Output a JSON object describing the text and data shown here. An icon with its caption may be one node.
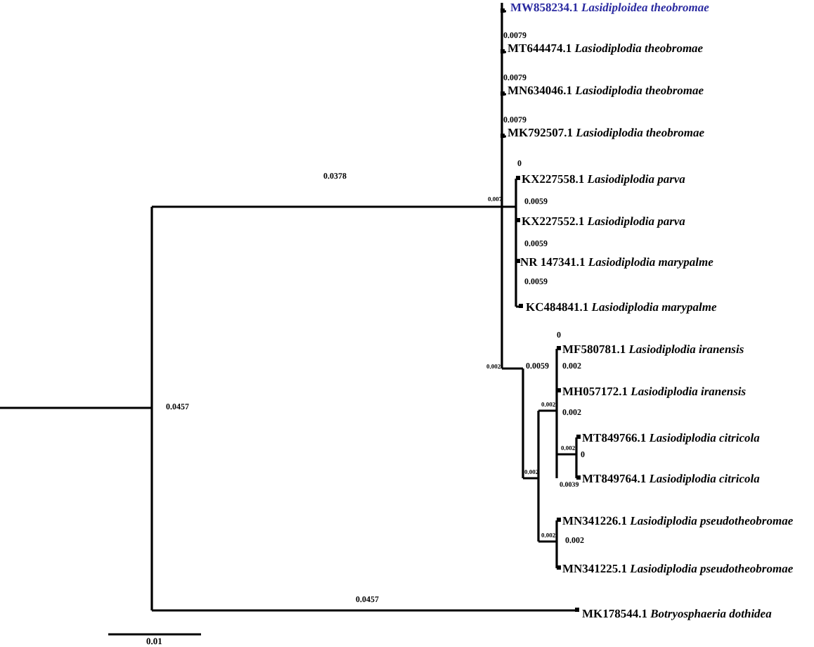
{
  "diagram": {
    "labels": [
      "MW858234.1 *Lasidiploidea theobromae*",
      "0.0079",
      "MT644474.1 *Lasiodiplodia theobromae*",
      "0.0079",
      "MN634046.1 *Lasiodiplodia theobromae*",
      "0.0079",
      "MK792507.1 *Lasiodiplodia theobromae*",
      "0.0378",
      "0",
      "KX227558.1 *Lasiodiplodia parva*",
      "0.007",
      "0.0059",
      "KX227552.1 *Lasiodiplodia parva*",
      "0.0059",
      "NR 147341.1 *Lasiodiplodia marypalme*",
      "0.0059",
      "KC484841.1 *Lasiodiplodia marypalme*",
      "0",
      "MF580781.1 *Lasiodiplodia iranensis*",
      "0.002",
      "0.002",
      "0.0059",
      "MH057172.1 *Lasiodiplodia iranensis*",
      "0.002",
      "0.002",
      "0.0457",
      "MT849766.1 *Lasiodiplodia citricola*",
      "0.002",
      "0",
      "0.002",
      "0.0039",
      "MT849764.1 *Lasiodiplodia citricola*",
      "MN341226.1 *Lasiodiplodia pseudotheobromae*",
      "0.002",
      "0.002",
      "MN341225.1 *Lasiodiplodia pseudotheobromae*",
      "0.0457",
      "MK178544.1 *Botryosphaeria dothidea*",
      "0.01"
    ]
  }
}
